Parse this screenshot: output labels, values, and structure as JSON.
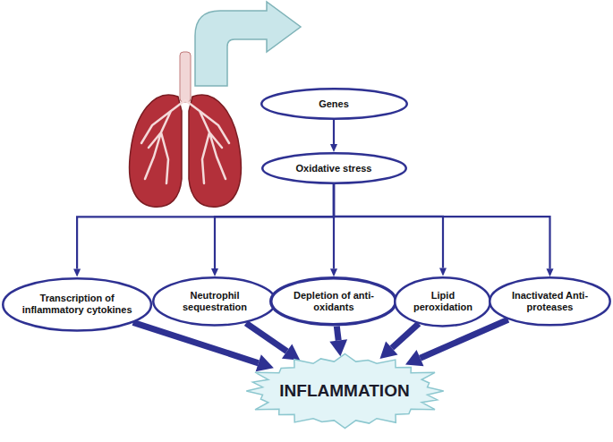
{
  "diagram": {
    "nodes": [
      {
        "text": [
          "Genes"
        ]
      },
      {
        "text": [
          "Oxidative stress"
        ]
      },
      {
        "text": [
          "Transcription of inflammatory cytokines"
        ]
      },
      {
        "text": [
          "Neutrophil sequestration"
        ]
      },
      {
        "text": [
          "Depletion of anti-oxidants"
        ]
      },
      {
        "text": [
          "Lipid peroxidation"
        ]
      },
      {
        "text": [
          "Inactivated Anti-proteases"
        ]
      },
      {
        "text": [
          "INFLAMMATION"
        ]
      }
    ],
    "edges": [
      {
        "from": 0,
        "to": 1,
        "arrow": "to"
      },
      {
        "from": 1,
        "to": 2,
        "arrow": "to"
      },
      {
        "from": 1,
        "to": 3,
        "arrow": "to"
      },
      {
        "from": 1,
        "to": 4,
        "arrow": "to"
      },
      {
        "from": 1,
        "to": 5,
        "arrow": "to"
      },
      {
        "from": 1,
        "to": 6,
        "arrow": "to"
      },
      {
        "from": 2,
        "to": 7,
        "arrow": "to"
      },
      {
        "from": 3,
        "to": 7,
        "arrow": "to"
      },
      {
        "from": 4,
        "to": 7,
        "arrow": "to"
      },
      {
        "from": 5,
        "to": 7,
        "arrow": "to"
      },
      {
        "from": 6,
        "to": 7,
        "arrow": "to"
      }
    ]
  }
}
